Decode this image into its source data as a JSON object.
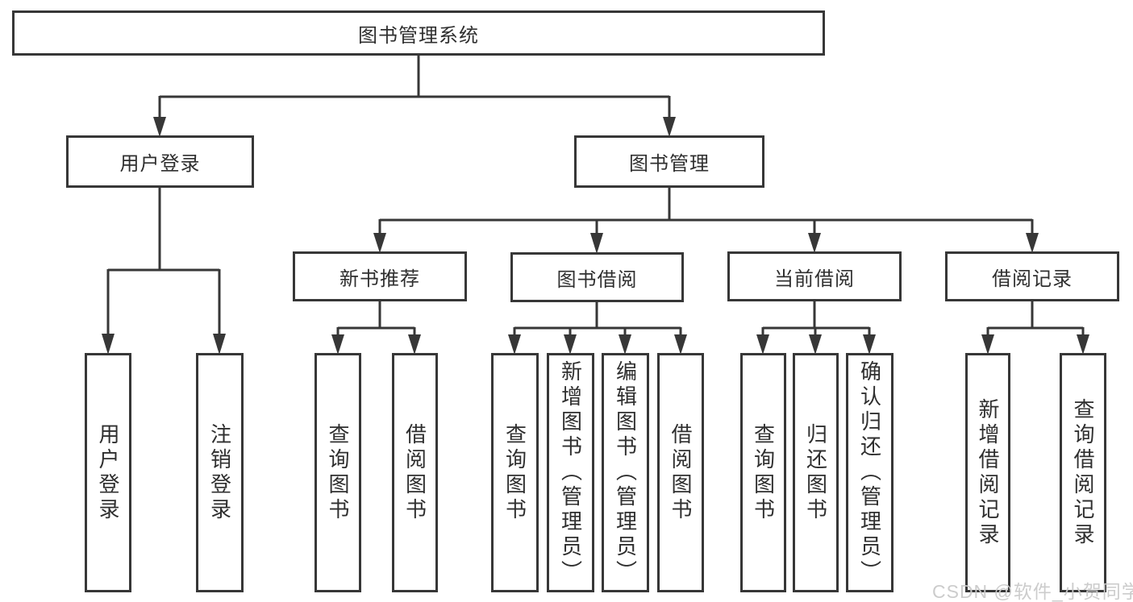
{
  "diagram": {
    "title_node": "图书管理系统",
    "root": {
      "label": "图书管理系统"
    },
    "branches": [
      {
        "label": "用户登录",
        "children": [
          {
            "label": "用户登录"
          },
          {
            "label": "注销登录"
          }
        ]
      },
      {
        "label": "图书管理",
        "children": [
          {
            "label": "新书推荐",
            "children": [
              {
                "label": "查询图书"
              },
              {
                "label": "借阅图书"
              }
            ]
          },
          {
            "label": "图书借阅",
            "children": [
              {
                "label": "查询图书"
              },
              {
                "label": "新增图书（管理员）"
              },
              {
                "label": "编辑图书（管理员）"
              },
              {
                "label": "借阅图书"
              }
            ]
          },
          {
            "label": "当前借阅",
            "children": [
              {
                "label": "查询图书"
              },
              {
                "label": "归还图书"
              },
              {
                "label": "确认归还（管理员）"
              }
            ]
          },
          {
            "label": "借阅记录",
            "children": [
              {
                "label": "新增借阅记录"
              },
              {
                "label": "查询借阅记录"
              }
            ]
          }
        ]
      }
    ],
    "colors": {
      "line": "#373737",
      "box_background": "#ffffff",
      "text": "#2f2f2f",
      "watermark": "#c9c9c9"
    }
  },
  "watermark": {
    "text": "CSDN @软件_小贺同学"
  }
}
